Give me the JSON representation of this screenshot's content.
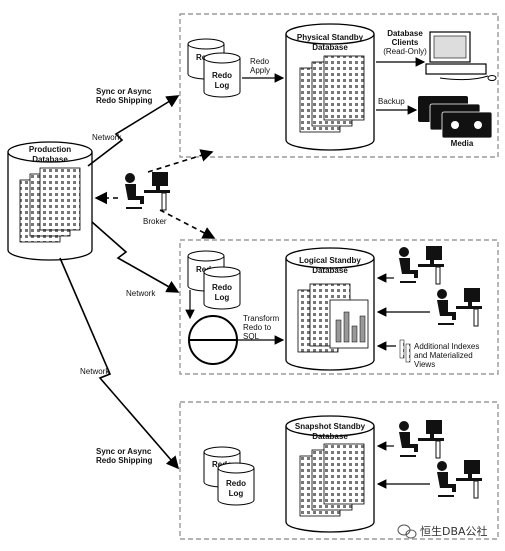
{
  "production": {
    "line1": "Production",
    "line2": "Database"
  },
  "physical": {
    "title1": "Physical Standby",
    "title2": "Database",
    "redo_apply1": "Redo",
    "redo_apply2": "Apply"
  },
  "logical": {
    "title1": "Logical Standby",
    "title2": "Database",
    "transform1": "Transform",
    "transform2": "Redo to",
    "transform3": "SQL"
  },
  "snapshot": {
    "title1": "Snapshot Standby",
    "title2": "Database"
  },
  "redo_log": {
    "back": "Redo",
    "front1": "Redo",
    "front2": "Log"
  },
  "shipping": {
    "line1": "Sync or Async",
    "line2": "Redo Shipping"
  },
  "network_label": "Network",
  "broker_label": "Broker",
  "clients": {
    "line1": "Database",
    "line2": "Clients",
    "line3": "(Read-Only)"
  },
  "backup_label": "Backup",
  "media_label": "Media",
  "indexes": {
    "line1": "Additional Indexes",
    "line2": "and Materialized",
    "line3": "Views"
  },
  "watermark": "恒生DBA公社"
}
